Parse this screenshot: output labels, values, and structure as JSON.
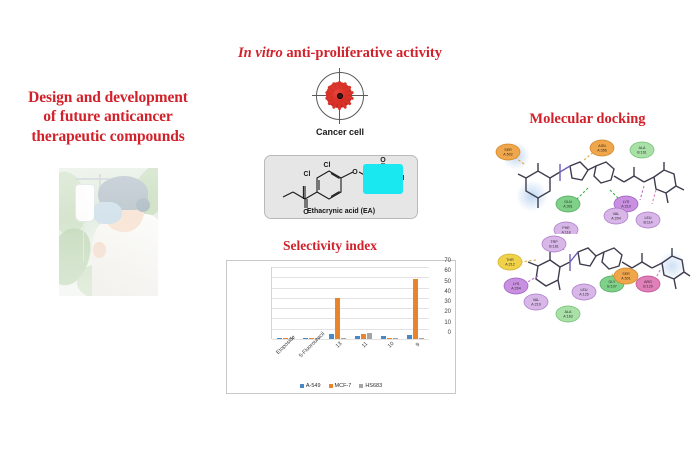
{
  "left": {
    "heading_lines": [
      "Design and development",
      "of future anticancer",
      "therapeutic compounds"
    ],
    "photo_name": "cancer-patient-receiving-iv-infusion-photo"
  },
  "center": {
    "invitro_heading_italic": "In vitro",
    "invitro_heading_rest": " anti-proliferative activity",
    "cancer_cell_label": "Cancer cell",
    "cancer_cell_icon": "crosshair-target-with-cancer-cell-icon",
    "structure_caption": "Ethacrynic acid (EA)",
    "structure_name": "ethacrynic-acid-skeletal-structure",
    "structure_atoms": [
      "Cl",
      "Cl",
      "O",
      "O",
      "O",
      "OH"
    ],
    "highlight_color": "#19e8f0",
    "chart_heading": "Selectivity index"
  },
  "right": {
    "docking_heading": "Molecular docking",
    "diagram_top_name": "ligand-interaction-diagram-top",
    "diagram_bottom_name": "ligand-interaction-diagram-bottom"
  },
  "chart_data": {
    "type": "bar",
    "title": "Selectivity index",
    "categories": [
      "Etoposide",
      "5-Fluorouracil",
      "13",
      "11",
      "10",
      "9"
    ],
    "series": [
      {
        "name": "A-549",
        "color": "#4a87c6",
        "values": [
          0.6,
          0.4,
          4.5,
          3.0,
          3.2,
          3.5
        ]
      },
      {
        "name": "MCF-7",
        "color": "#e8852c",
        "values": [
          0.5,
          0.3,
          40.0,
          4.5,
          0.6,
          58.0
        ]
      },
      {
        "name": "HS683",
        "color": "#a6a6a6",
        "values": [
          0.4,
          0.3,
          0.5,
          6.0,
          0.4,
          0.5
        ]
      }
    ],
    "yticks": [
      70,
      60,
      50,
      40,
      30,
      20,
      10,
      0
    ],
    "ylim": [
      0,
      70
    ],
    "ylabel": "",
    "xlabel": "",
    "grid": true,
    "y_axis_position": "right",
    "legend_position": "bottom"
  }
}
